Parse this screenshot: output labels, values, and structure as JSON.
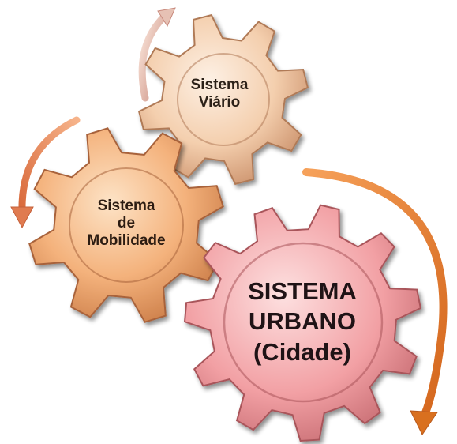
{
  "diagram": {
    "gears": [
      {
        "id": "sistema-viario",
        "lines": [
          "Sistema",
          "Viário"
        ],
        "colors": {
          "light": "#fdf0e4",
          "mid": "#f4cfae",
          "dark": "#c98e68",
          "edge": "#b07a57"
        }
      },
      {
        "id": "sistema-de-mobilidade",
        "lines": [
          "Sistema",
          "de",
          "Mobilidade"
        ],
        "colors": {
          "light": "#fde3c6",
          "mid": "#f4b27c",
          "dark": "#c97a45",
          "edge": "#a8623a"
        }
      },
      {
        "id": "sistema-urbano",
        "lines": [
          "SISTEMA",
          "URBANO",
          "(Cidade)"
        ],
        "colors": {
          "light": "#fde0e0",
          "mid": "#f2a0a4",
          "dark": "#c56a70",
          "edge": "#a9545a"
        }
      }
    ],
    "arrows": [
      {
        "id": "arrow-viario",
        "colors": [
          "#fbe7dc",
          "#c98b7e"
        ]
      },
      {
        "id": "arrow-mobilidade",
        "colors": [
          "#f6b38a",
          "#d96a3c"
        ]
      },
      {
        "id": "arrow-urbano",
        "colors": [
          "#f6a15a",
          "#d4661c"
        ]
      }
    ]
  }
}
